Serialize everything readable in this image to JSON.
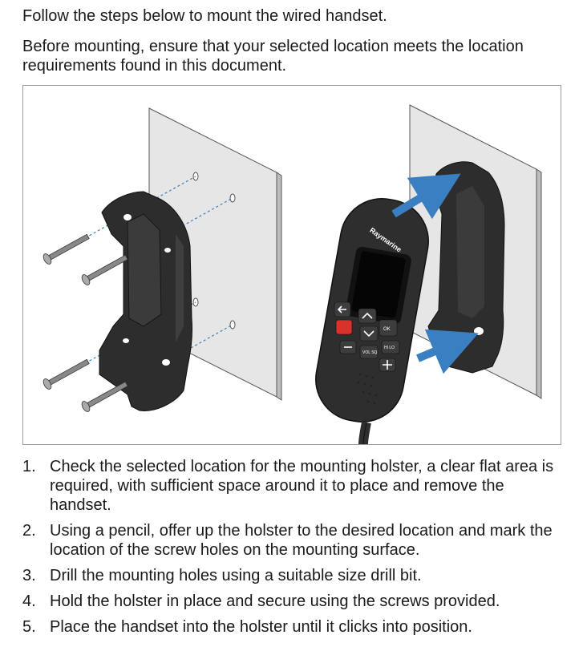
{
  "intro": {
    "line1": "Follow the steps below to mount the wired handset.",
    "line2": "Before mounting, ensure that your selected location meets the location requirements found in this document."
  },
  "figure": {
    "brand_label": "Raymarine",
    "keys": {
      "ok": "OK",
      "hi_lo": "HI\nLO",
      "vol_sq": "VOL\nSQ"
    },
    "colors": {
      "panel": "#e6e6e6",
      "holster": "#2d2d2d",
      "arrow": "#3a7fc1",
      "red_key": "#d9312b"
    }
  },
  "steps": [
    {
      "num": "1.",
      "text": "Check the selected location for the mounting holster, a clear flat area is required, with sufficient space around it to place and remove the handset."
    },
    {
      "num": "2.",
      "text": "Using a pencil, offer up the holster to the desired location and mark the location of the screw holes on the mounting surface."
    },
    {
      "num": "3.",
      "text": "Drill the mounting holes using a suitable size drill bit."
    },
    {
      "num": "4.",
      "text": "Hold the holster in place and secure using the screws provided."
    },
    {
      "num": "5.",
      "text": "Place the handset into the holster until it clicks into position."
    }
  ]
}
